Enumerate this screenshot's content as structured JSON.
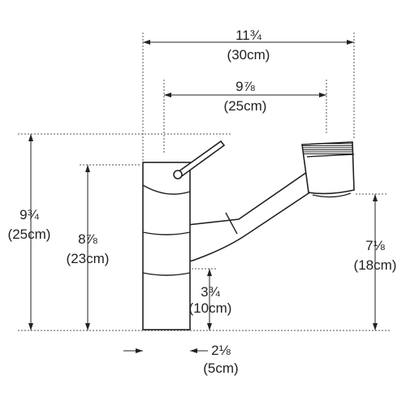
{
  "dimensions": {
    "overall_width": {
      "value": "11¾",
      "metric": "(30cm)"
    },
    "spout_reach": {
      "value": "9⅞",
      "metric": "(25cm)"
    },
    "overall_height": {
      "value": "9¾",
      "metric": "(25cm)"
    },
    "body_height": {
      "value": "8⅞",
      "metric": "(23cm)"
    },
    "spout_height": {
      "value": "7⅛",
      "metric": "(18cm)"
    },
    "joint_height": {
      "value": "3¾",
      "metric": "(10cm)"
    },
    "base_diameter": {
      "value": "2⅛",
      "metric": "(5cm)"
    }
  }
}
